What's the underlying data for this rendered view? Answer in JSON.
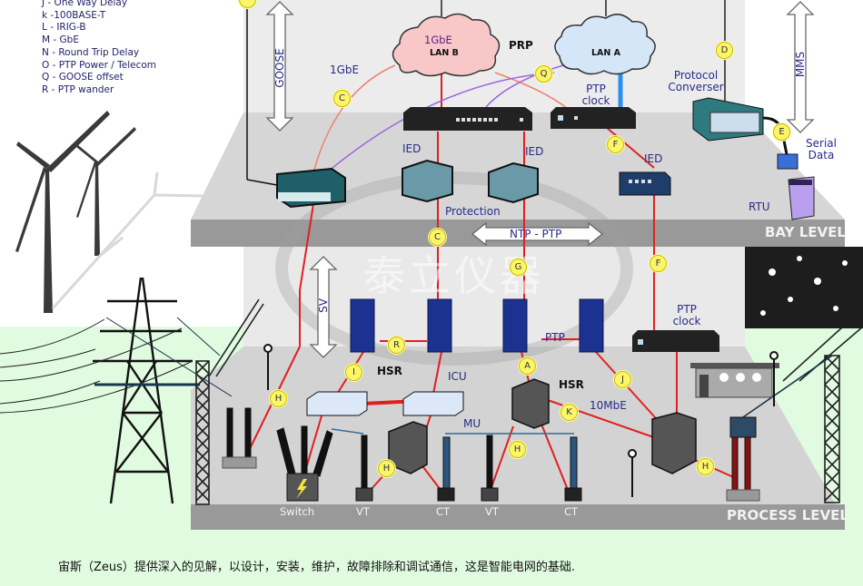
{
  "legend": [
    "J - One Way Delay",
    "k -100BASE-T",
    "L - IRIG-B",
    "M - GbE",
    "N - Round Trip Delay",
    "O - PTP Power / Telecom",
    "Q - GOOSE offset",
    "R - PTP wander"
  ],
  "arrows": {
    "goose": "GOOSE",
    "mms": "MMS",
    "sv": "SV",
    "ntp_ptp": "NTP - PTP"
  },
  "network": {
    "lan_b_speed": "1GbE",
    "lan_b": "LAN B",
    "lan_a": "LAN A",
    "prp": "PRP",
    "link_speed": "1GbE",
    "ptp_clock_top": "PTP clock",
    "protocol_converter": "Protocol Converser",
    "serial_data": "Serial Data",
    "rtu": "RTU"
  },
  "bay": {
    "ied_left": "IED",
    "ied_right": "IED",
    "ied_far": "IED",
    "protection": "Protection",
    "level_label": "BAY LEVEL"
  },
  "process": {
    "ptp_clock": "PTP clock",
    "ptp": "PTP",
    "hsr_left": "HSR",
    "hsr_right": "HSR",
    "icu": "ICU",
    "mu": "MU",
    "speed_10mbe": "10MbE",
    "equipment": [
      "Switch",
      "VT",
      "CT",
      "VT",
      "CT"
    ],
    "level_label": "PROCESS LEVEL"
  },
  "badges": {
    "top": "",
    "c1": "C",
    "q": "Q",
    "d": "D",
    "e": "E",
    "f1": "F",
    "c2": "C",
    "g": "G",
    "f2": "F",
    "r": "R",
    "i": "I",
    "a": "A",
    "j": "J",
    "k": "K",
    "h1": "H",
    "h2": "H",
    "h3": "H",
    "h4": "H"
  },
  "watermark": "泰立仪器",
  "caption": "宙斯（Zeus）提供深入的见解，以设计，安装，维护，故障排除和调试通信，这是智能电网的基础."
}
